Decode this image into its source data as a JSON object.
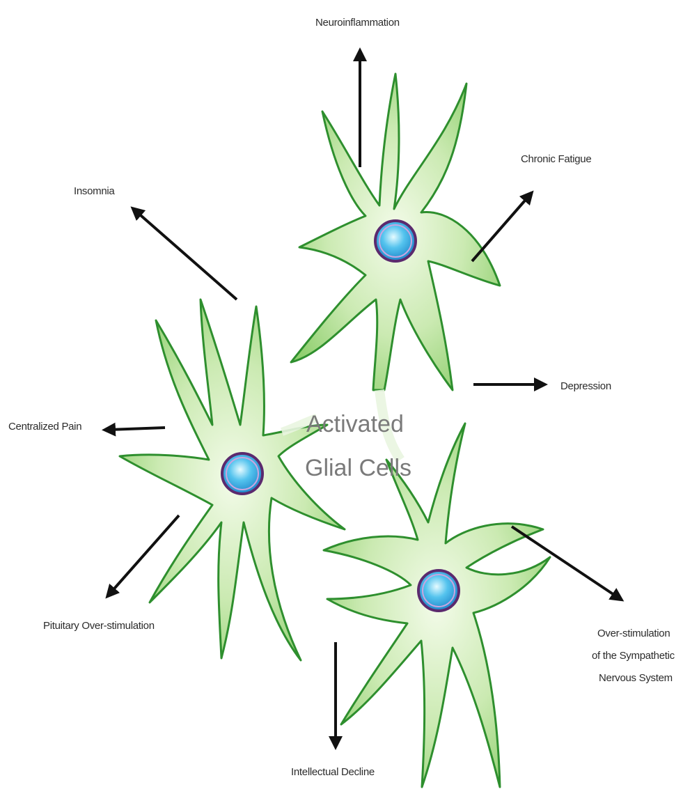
{
  "center_label": {
    "line1": "Activated",
    "line2": "Glial Cells"
  },
  "effects": {
    "neuroinflammation": "Neuroinflammation",
    "chronic_fatigue": "Chronic Fatigue",
    "insomnia": "Insomnia",
    "depression": "Depression",
    "centralized_pain": "Centralized Pain",
    "pituitary": "Pituitary Over-stimulation",
    "sympathetic": [
      "Over-stimulation",
      "of the Sympathetic",
      "Nervous System"
    ],
    "intellectual_decline": "Intellectual Decline"
  },
  "colors": {
    "cell_light": "#e9f7dc",
    "cell_mid": "#a6d98a",
    "cell_edge": "#2e8f2e",
    "nucleus_ring": "#5b2a6e",
    "nucleus_inner_ring": "#c8a6e0",
    "nucleus_core": "#3fb6e8",
    "nucleus_highlight": "#d9f6ff",
    "arrow": "#111111",
    "center_text": "#7a7a7a"
  }
}
